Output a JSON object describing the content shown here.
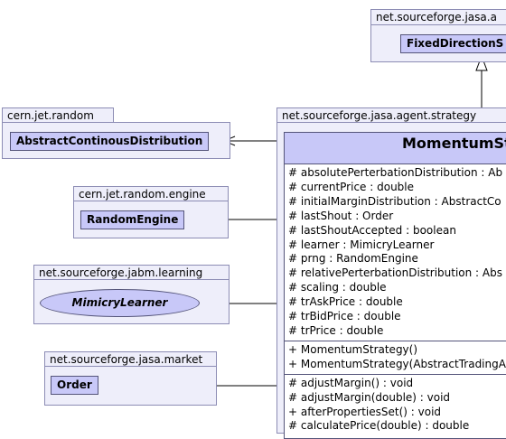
{
  "packages": {
    "top_right": {
      "name": "net.sourceforge.jasa.a",
      "class_name": "FixedDirectionS"
    },
    "cern_random": {
      "name": "cern.jet.random",
      "class_name": "AbstractContinousDistribution"
    },
    "strategy": {
      "name": "net.sourceforge.jasa.agent.strategy"
    },
    "random_engine": {
      "name": "cern.jet.random.engine",
      "class_name": "RandomEngine"
    },
    "jabm_learning": {
      "name": "net.sourceforge.jabm.learning",
      "class_name": "MimicryLearner"
    },
    "market": {
      "name": "net.sourceforge.jasa.market",
      "class_name": "Order"
    }
  },
  "main_class": {
    "title": "MomentumSt",
    "attributes": [
      "# absolutePerterbationDistribution : Ab",
      "# currentPrice : double",
      "# initialMarginDistribution : AbstractCo",
      "# lastShout : Order",
      "# lastShoutAccepted : boolean",
      "# learner : MimicryLearner",
      "# prng : RandomEngine",
      "# relativePerterbationDistribution : Abs",
      "# scaling : double",
      "# trAskPrice : double",
      "# trBidPrice : double",
      "# trPrice : double"
    ],
    "constructors": [
      "+ MomentumStrategy()",
      "+ MomentumStrategy(AbstractTradingA"
    ],
    "operations": [
      "# adjustMargin() : void",
      "# adjustMargin(double) : void",
      "+ afterPropertiesSet() : void",
      "# calculatePrice(double) : double"
    ]
  }
}
